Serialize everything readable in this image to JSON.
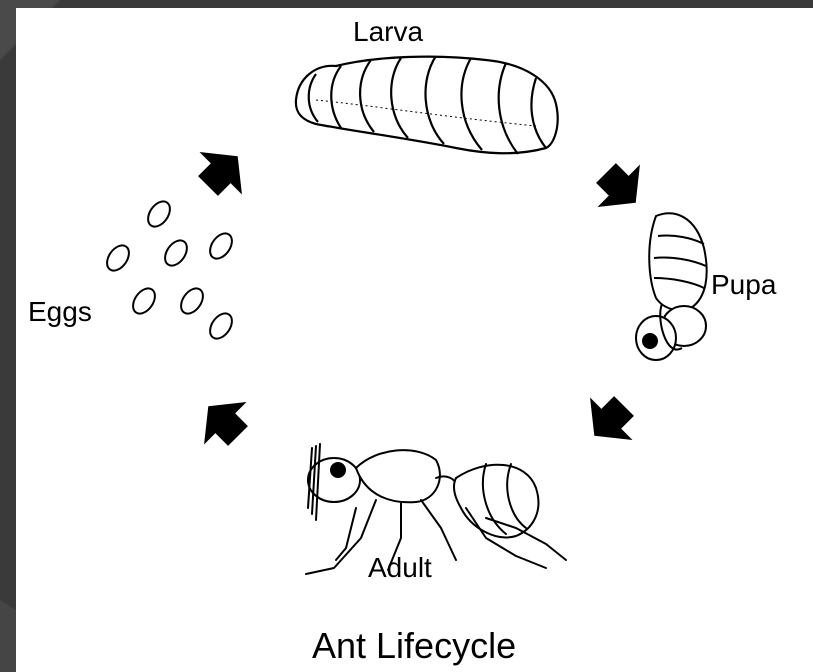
{
  "diagram": {
    "stages": {
      "larva": "Larva",
      "pupa": "Pupa",
      "adult": "Adult",
      "eggs": "Eggs"
    },
    "caption": "Ant Lifecycle",
    "colors": {
      "background": "#3a3a3a",
      "card": "#ffffff",
      "ink": "#000000"
    }
  }
}
